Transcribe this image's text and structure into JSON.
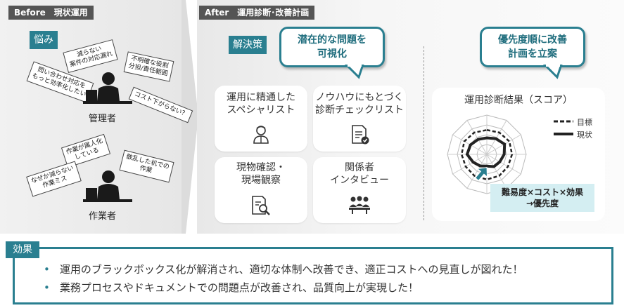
{
  "before": {
    "tag": "Before　現状運用",
    "worry_label": "悩み",
    "manager_notes": [
      "減らない\n案件の対応漏れ",
      "不明確な役割\n分担/責任範囲",
      "問い合わせ対応を\nもっと効率化したい",
      "コスト下がらない？"
    ],
    "manager_label": "管理者",
    "worker_notes": [
      "作業が属人化\nしている",
      "散乱した机での\n作業",
      "なぜか減らない\n作業ミス"
    ],
    "worker_label": "作業者"
  },
  "after": {
    "tag": "After　運用診断･改善計画",
    "solution_label": "解決策",
    "callout_visualize": "潜在的な問題を\n可視化",
    "callout_plan": "優先度順に改善\n計画を立案",
    "cards": [
      {
        "text": "運用に精通した\nスペシャリスト",
        "icon": "specialist-icon"
      },
      {
        "text": "ノウハウにもとづく\n診断チェックリスト",
        "icon": "checklist-icon"
      },
      {
        "text": "現物確認・\n現場観察",
        "icon": "inspection-icon"
      },
      {
        "text": "関係者\nインタビュー",
        "icon": "interview-icon"
      }
    ],
    "result": {
      "title": "運用診断結果（スコア）",
      "legend_target": "目標",
      "legend_current": "現状",
      "priority_text": "難易度×コスト×効果\n→優先度"
    }
  },
  "effect": {
    "label": "効果",
    "bullets": [
      "運用のブラックボックス化が解消され、適切な体制へ改善でき、適正コストへの見直しが図れた！",
      "業務プロセスやドキュメントでの問題点が改善され、品質向上が実現した！"
    ]
  },
  "colors": {
    "accent": "#2a7f90",
    "priority_bg": "#d4eef2",
    "tag_bg": "#555555"
  }
}
